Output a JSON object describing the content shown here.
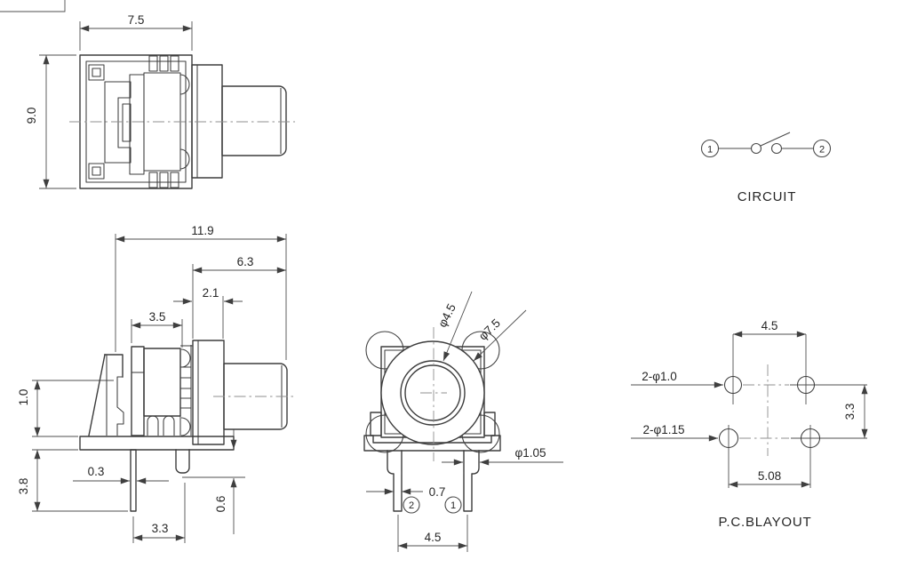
{
  "front_view": {
    "width": "7.5",
    "height": "9.0"
  },
  "side_view": {
    "overall_depth": "11.9",
    "shaft_depth": "6.3",
    "collar_depth": "2.1",
    "body_depth": "3.5",
    "standoff_height": "1.0",
    "pin_length": "3.8",
    "pin_thickness": "0.3",
    "stub_length": "0.6",
    "pin_spacing": "3.3"
  },
  "bottom_view": {
    "plunger_diameter": "φ4.5",
    "cap_diameter": "φ7.5",
    "pin_diameter": "φ1.05",
    "pin_width": "0.7",
    "pin_pitch": "4.5",
    "pin_1_label": "1",
    "pin_2_label": "2"
  },
  "circuit": {
    "caption": "CIRCUIT",
    "terminal_1": "1",
    "terminal_2": "2"
  },
  "pcb_layout": {
    "caption": "P.C.BLAYOUT",
    "top_hole_pitch": "4.5",
    "row_pitch": "3.3",
    "bottom_hole_pitch": "5.08",
    "top_holes_spec": "2-φ1.0",
    "bottom_holes_spec": "2-φ1.15"
  }
}
